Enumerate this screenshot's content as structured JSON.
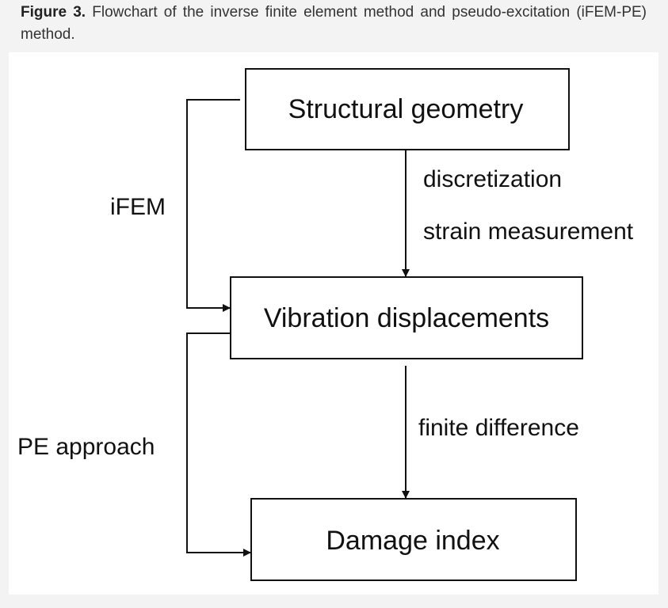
{
  "caption": {
    "label": "Figure 3.",
    "text": "Flowchart of the inverse finite element method and pseudo-excitation (iFEM-PE) method."
  },
  "nodes": {
    "structural_geometry": "Structural geometry",
    "vibration_displacements": "Vibration displacements",
    "damage_index": "Damage index"
  },
  "edges": {
    "discretization": "discretization",
    "strain_measurement": "strain measurement",
    "finite_difference": "finite difference"
  },
  "methods": {
    "ifem": "iFEM",
    "pe_approach": "PE approach"
  }
}
